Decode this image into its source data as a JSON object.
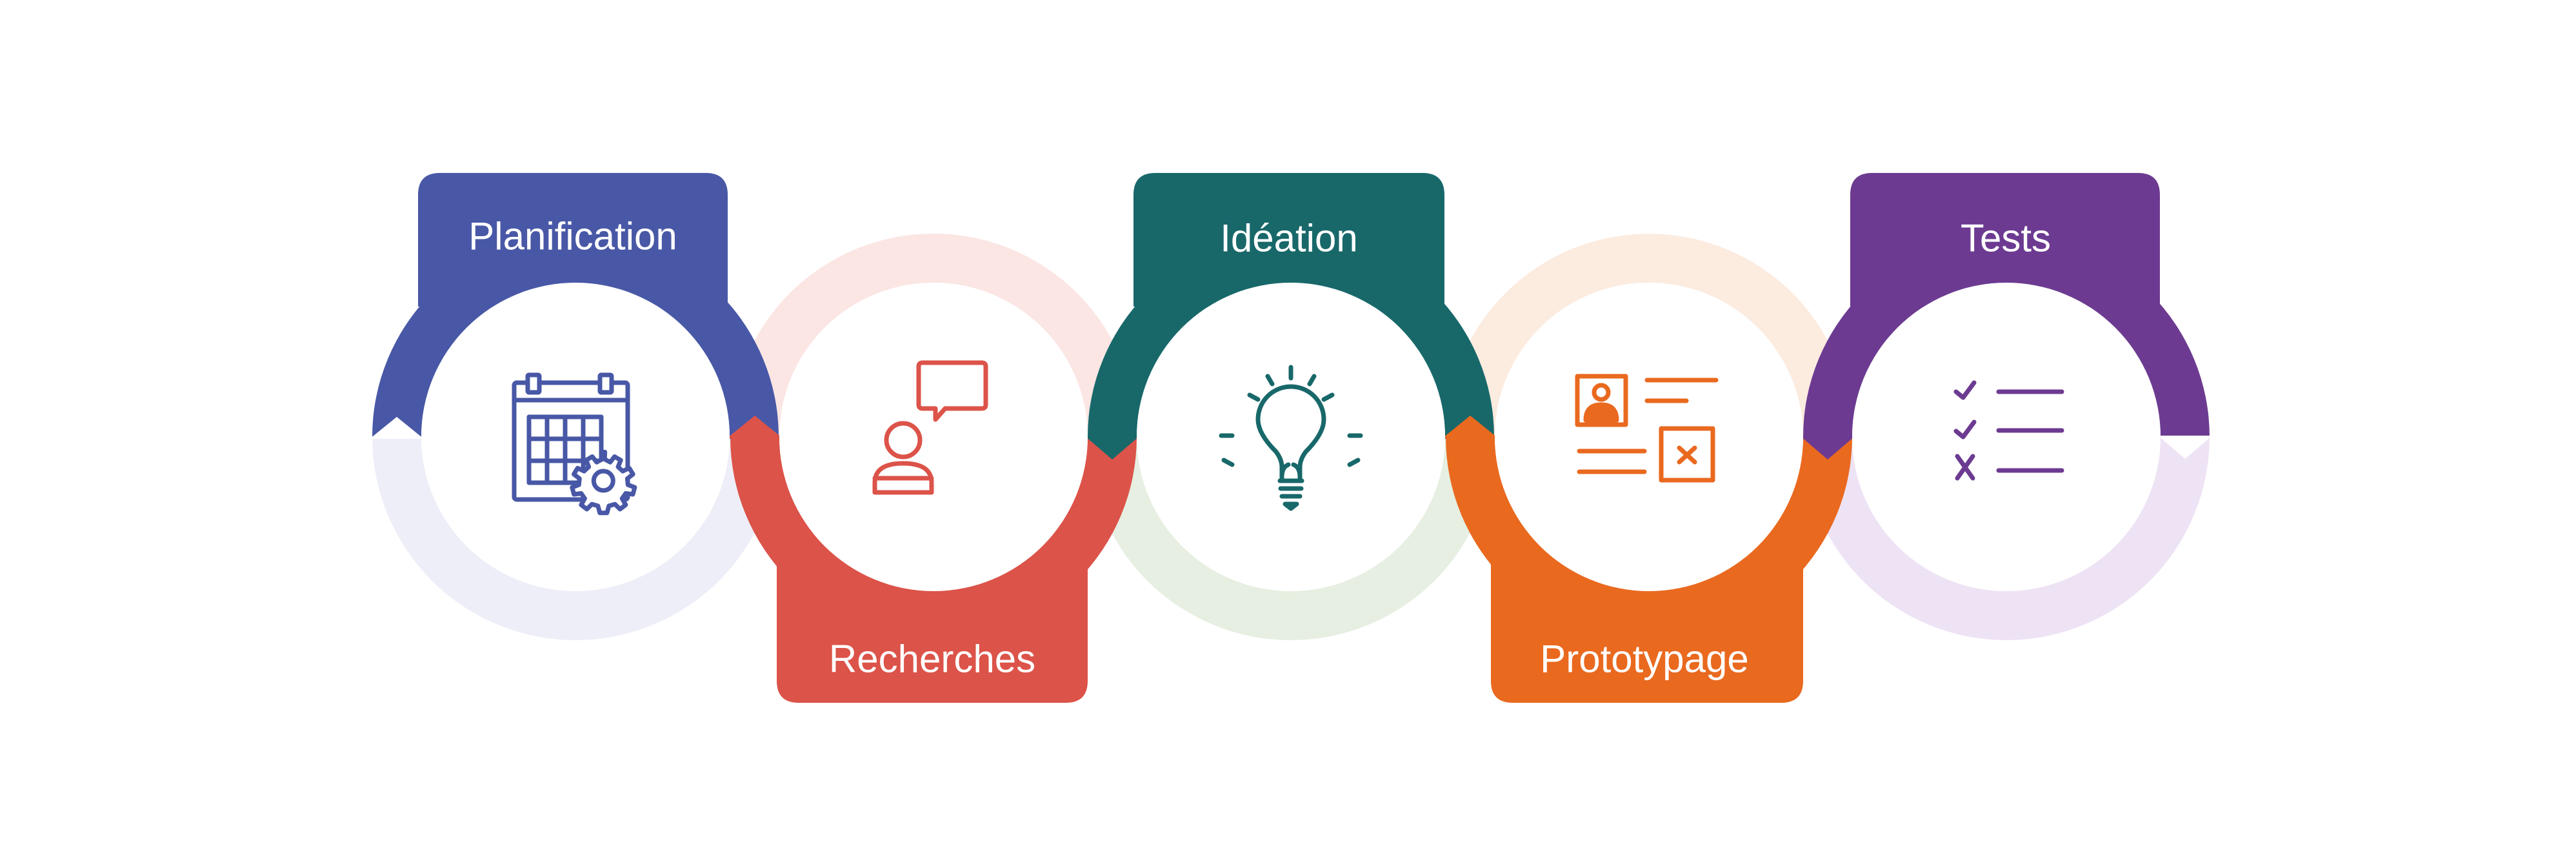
{
  "steps": [
    {
      "label": "Planification",
      "color": "#4858A6",
      "light": "#EEEEF8",
      "icon": "calendar-gear-icon"
    },
    {
      "label": "Recherches",
      "color": "#DC5349",
      "light": "#FBE6E4",
      "icon": "user-speech-bubble-icon"
    },
    {
      "label": "Idéation",
      "color": "#18686A",
      "light": "#E6EFE1",
      "icon": "lightbulb-icon"
    },
    {
      "label": "Prototypage",
      "color": "#E9691F",
      "light": "#FCEBDF",
      "icon": "wireframe-layout-icon"
    },
    {
      "label": "Tests",
      "color": "#6C3B91",
      "light": "#EEE3F4",
      "icon": "checklist-icon"
    }
  ]
}
